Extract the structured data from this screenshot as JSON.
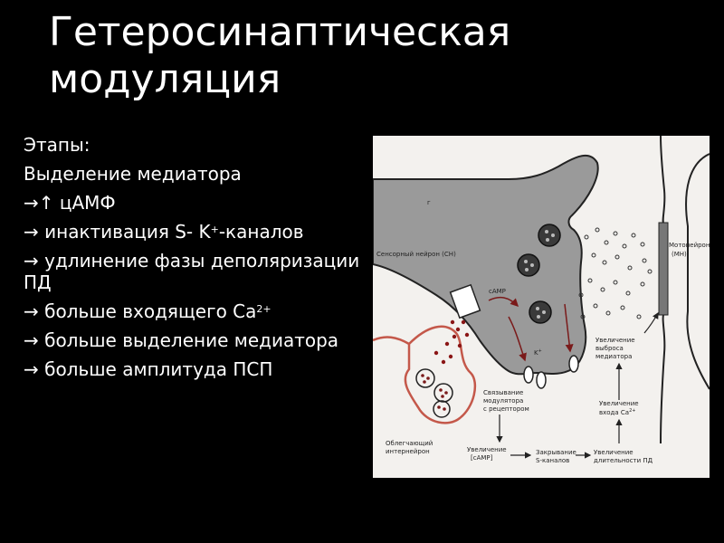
{
  "slide": {
    "title_line1": "Гетеросинаптическая",
    "title_line2": "модуляция"
  },
  "bullets": [
    {
      "text": "Этапы:"
    },
    {
      "text": "Выделение  медиатора"
    },
    {
      "text": "→↑ цАМФ"
    },
    {
      "pre": "→ инактивация S- K",
      "sup": "+",
      "post": "-каналов"
    },
    {
      "text": "→ удлинение фазы деполяризации ПД"
    },
    {
      "pre": "→ больше входящего Са",
      "sup": "2+",
      "post": ""
    },
    {
      "text": "→ больше выделение медиатора"
    },
    {
      "text": "→ больше амплитуда ПСП"
    }
  ],
  "diagram": {
    "letter_g": "г",
    "sensory_neuron": "Сенсорный нейрон (СН)",
    "motoneuron_line1": "Мотонейрон",
    "motoneuron_line2": "(МН)",
    "camp": "cAMP",
    "k_ion": "K",
    "k_sup": "+",
    "increase_release_1": "Увеличение",
    "increase_release_2": "выброса",
    "increase_release_3": "медиатора",
    "increase_ca_1": "Увеличение",
    "increase_ca_2": "входа Ca",
    "increase_ca_sup": "2+",
    "binding_1": "Связывание",
    "binding_2": "модулятора",
    "binding_3": "с рецептором",
    "facilitating_1": "Облегчающий",
    "facilitating_2": "интернейрон",
    "increase_camp_1": "Увеличение",
    "increase_camp_2": "[cAMP]",
    "closing_1": "Закрывание",
    "closing_2": "S-каналов",
    "duration_1": "Увеличение",
    "duration_2": "длительности ПД"
  }
}
